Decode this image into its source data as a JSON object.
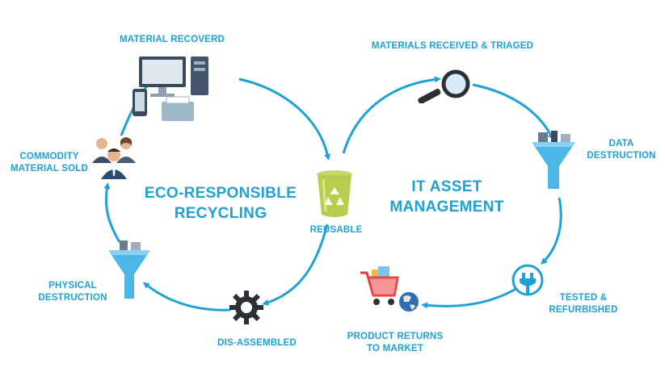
{
  "colors": {
    "accent": "#1da2d8",
    "text": "#1da2d8",
    "background": "#ffffff"
  },
  "left_cycle": {
    "title_line1": "ECO-RESPONSIBLE",
    "title_line2": "RECYCLING"
  },
  "right_cycle": {
    "title_line1": "IT ASSET",
    "title_line2": "MANAGEMENT"
  },
  "center": {
    "label": "REUSABLE",
    "icon": "recycle-bin-icon"
  },
  "steps": {
    "material_recovered": {
      "label": "MATERIAL RECOVERD",
      "icon": "computer-equipment-icon"
    },
    "commodity_sold": {
      "line1": "COMMODITY",
      "line2": "MATERIAL SOLD",
      "icon": "business-people-icon"
    },
    "physical_destruction": {
      "line1": "PHYSICAL",
      "line2": "DESTRUCTION",
      "icon": "funnel-icon"
    },
    "dis_assembled": {
      "label": "DIS-ASSEMBLED",
      "icon": "gear-icon"
    },
    "materials_received": {
      "label": "MATERIALS RECEIVED & TRIAGED",
      "icon": "magnifier-icon"
    },
    "data_destruction": {
      "line1": "DATA",
      "line2": "DESTRUCTION",
      "icon": "funnel-icon"
    },
    "tested_refurbished": {
      "line1": "TESTED &",
      "line2": "REFURBISHED",
      "icon": "power-plug-icon"
    },
    "product_returns": {
      "line1": "PRODUCT RETURNS",
      "line2": "TO MARKET",
      "icon": "shopping-cart-globe-icon"
    }
  }
}
